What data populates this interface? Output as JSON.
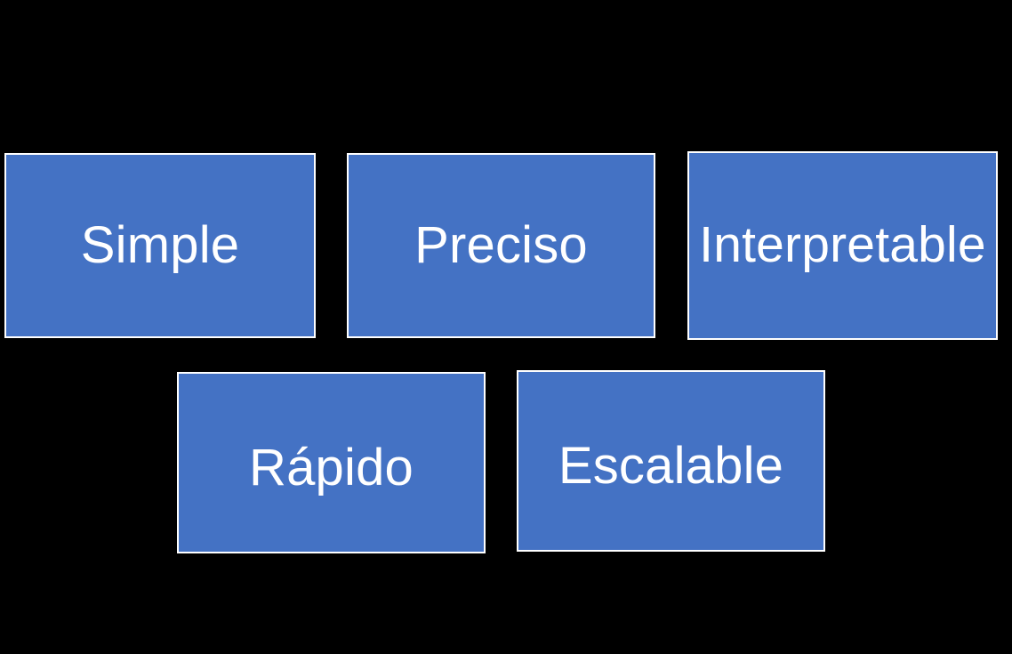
{
  "slide": {
    "background_color": "#000000",
    "box_fill_color": "#4472C4",
    "box_border_color": "#FFFFFF",
    "text_color": "#FFFFFF"
  },
  "diagram": {
    "type": "box-group",
    "rows": [
      {
        "boxes": [
          {
            "label": "Simple"
          },
          {
            "label": "Preciso"
          },
          {
            "label": "Interpretable"
          }
        ]
      },
      {
        "boxes": [
          {
            "label": "Rápido"
          },
          {
            "label": "Escalable"
          }
        ]
      }
    ]
  }
}
